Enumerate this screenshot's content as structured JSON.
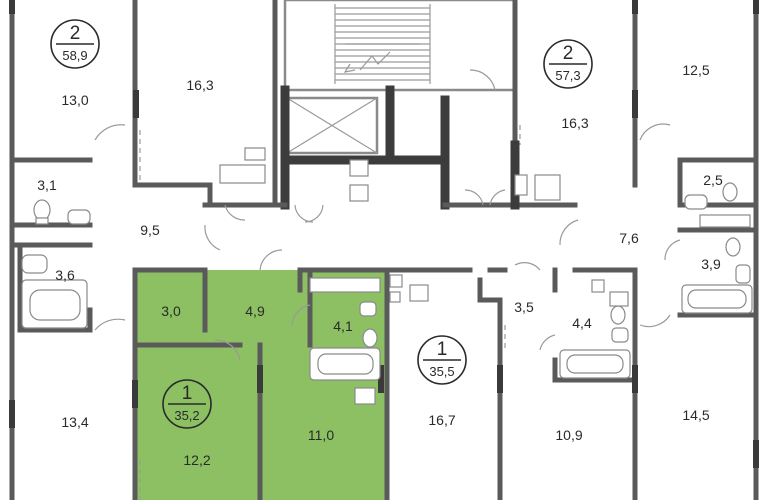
{
  "highlight_color": "#8cc063",
  "apartments": [
    {
      "id": "apt-top-left",
      "rooms": "2",
      "area": "58,9"
    },
    {
      "id": "apt-top-right",
      "rooms": "2",
      "area": "57,3"
    },
    {
      "id": "apt-bottom-right",
      "rooms": "1",
      "area": "35,5"
    },
    {
      "id": "apt-highlighted",
      "rooms": "1",
      "area": "35,2"
    }
  ],
  "rooms": [
    {
      "id": "r-13-0",
      "label": "13,0"
    },
    {
      "id": "r-16-3a",
      "label": "16,3"
    },
    {
      "id": "r-3-1",
      "label": "3,1"
    },
    {
      "id": "r-9-5",
      "label": "9,5"
    },
    {
      "id": "r-3-6",
      "label": "3,6"
    },
    {
      "id": "r-13-4",
      "label": "13,4"
    },
    {
      "id": "r-3-0",
      "label": "3,0"
    },
    {
      "id": "r-4-9",
      "label": "4,9"
    },
    {
      "id": "r-4-1",
      "label": "4,1"
    },
    {
      "id": "r-12-2",
      "label": "12,2"
    },
    {
      "id": "r-11-0",
      "label": "11,0"
    },
    {
      "id": "r-16-3b",
      "label": "16,3"
    },
    {
      "id": "r-12-5",
      "label": "12,5"
    },
    {
      "id": "r-2-5",
      "label": "2,5"
    },
    {
      "id": "r-7-6",
      "label": "7,6"
    },
    {
      "id": "r-3-9",
      "label": "3,9"
    },
    {
      "id": "r-3-5",
      "label": "3,5"
    },
    {
      "id": "r-4-4",
      "label": "4,4"
    },
    {
      "id": "r-16-7",
      "label": "16,7"
    },
    {
      "id": "r-10-9",
      "label": "10,9"
    },
    {
      "id": "r-14-5",
      "label": "14,5"
    }
  ]
}
